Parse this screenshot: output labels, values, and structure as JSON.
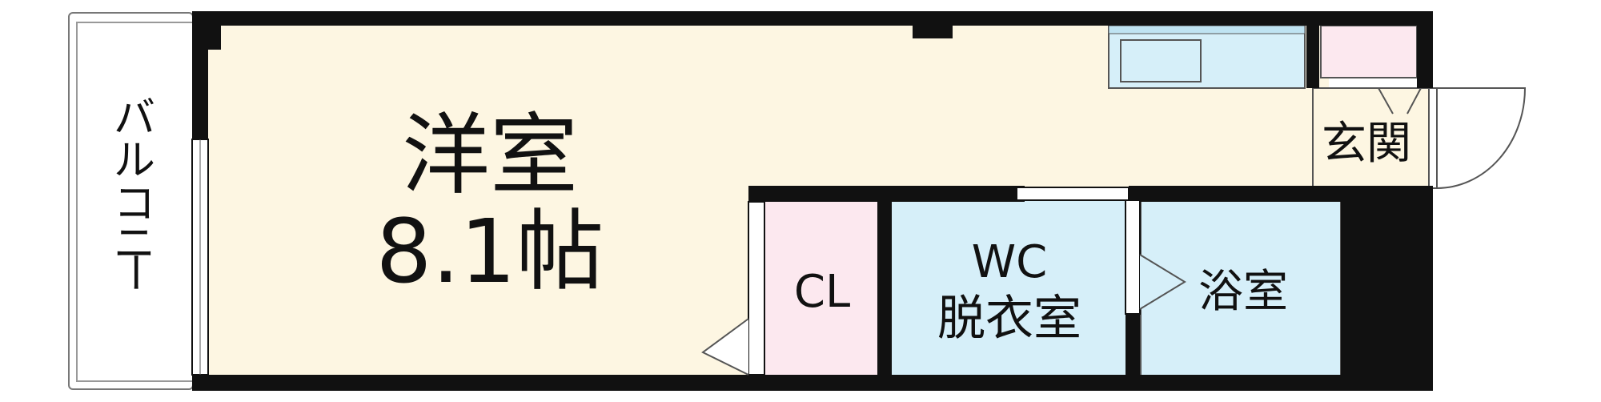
{
  "rooms": {
    "balcony": {
      "label": "バルコニー",
      "chars": [
        "バ",
        "ル",
        "コ",
        "ニ",
        "ー"
      ]
    },
    "western_room": {
      "name": "洋室",
      "size": "8.1帖"
    },
    "closet": {
      "label": "CL"
    },
    "wc_dressing": {
      "line1": "WC",
      "line2": "脱衣室"
    },
    "bathroom": {
      "label": "浴室"
    },
    "entrance": {
      "label": "玄関"
    }
  },
  "colors": {
    "wall": "#111111",
    "floor_western": "#fdf6e2",
    "closet": "#fce8ef",
    "wet_area": "#d6eff9",
    "kitchen": "#d6eff9",
    "entrance_cabinet": "#fce8ef",
    "entrance_floor": "#fdf6e2",
    "line": "#555555"
  }
}
